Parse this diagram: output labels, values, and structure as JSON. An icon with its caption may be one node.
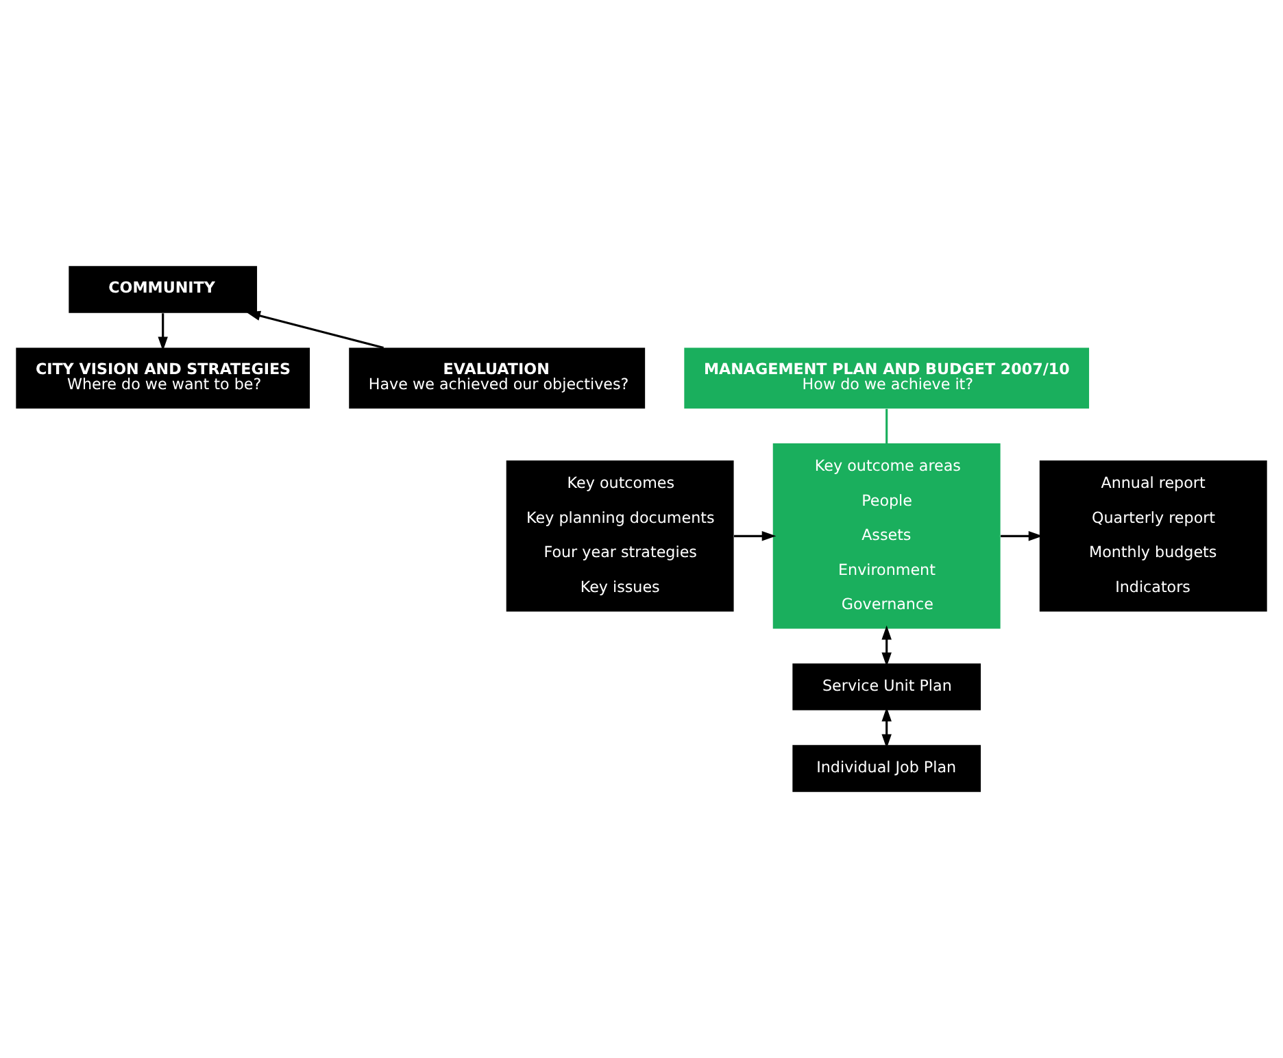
{
  "diagram": {
    "nodes": [
      {
        "text": [
          "COMMUNITY"
        ]
      },
      {
        "text": [
          "CITY VISION AND STRATEGIES",
          "Where do we want to be?"
        ]
      },
      {
        "text": [
          "MANAGEMENT PLAN AND BUDGET 2007/10",
          "How do we achieve it?"
        ]
      },
      {
        "text": [
          "EVALUATION",
          "Have we achieved our objectives?"
        ]
      },
      {
        "text": [
          "Key outcomes",
          "Key planning documents",
          "Four year strategies",
          "Key issues"
        ]
      },
      {
        "text": [
          "Key outcome areas",
          "People",
          "Assets",
          "Environment",
          "Governance"
        ]
      },
      {
        "text": [
          "Annual report",
          "Quarterly report",
          "Monthly budgets",
          "Indicators"
        ]
      },
      {
        "text": [
          "Service Unit Plan"
        ]
      },
      {
        "text": [
          "Individual Job Plan"
        ]
      }
    ],
    "edges": [
      {
        "from": 0,
        "to": 1,
        "arrow": "to"
      },
      {
        "from": 3,
        "to": 0,
        "arrow": "to"
      },
      {
        "from": 2,
        "to": 5,
        "arrow": "none",
        "color": "#1aaf5d"
      },
      {
        "from": 4,
        "to": 5,
        "arrow": "to"
      },
      {
        "from": 5,
        "to": 6,
        "arrow": "to"
      },
      {
        "from": 5,
        "to": 7,
        "arrow": "both"
      },
      {
        "from": 7,
        "to": 8,
        "arrow": "both"
      }
    ]
  }
}
